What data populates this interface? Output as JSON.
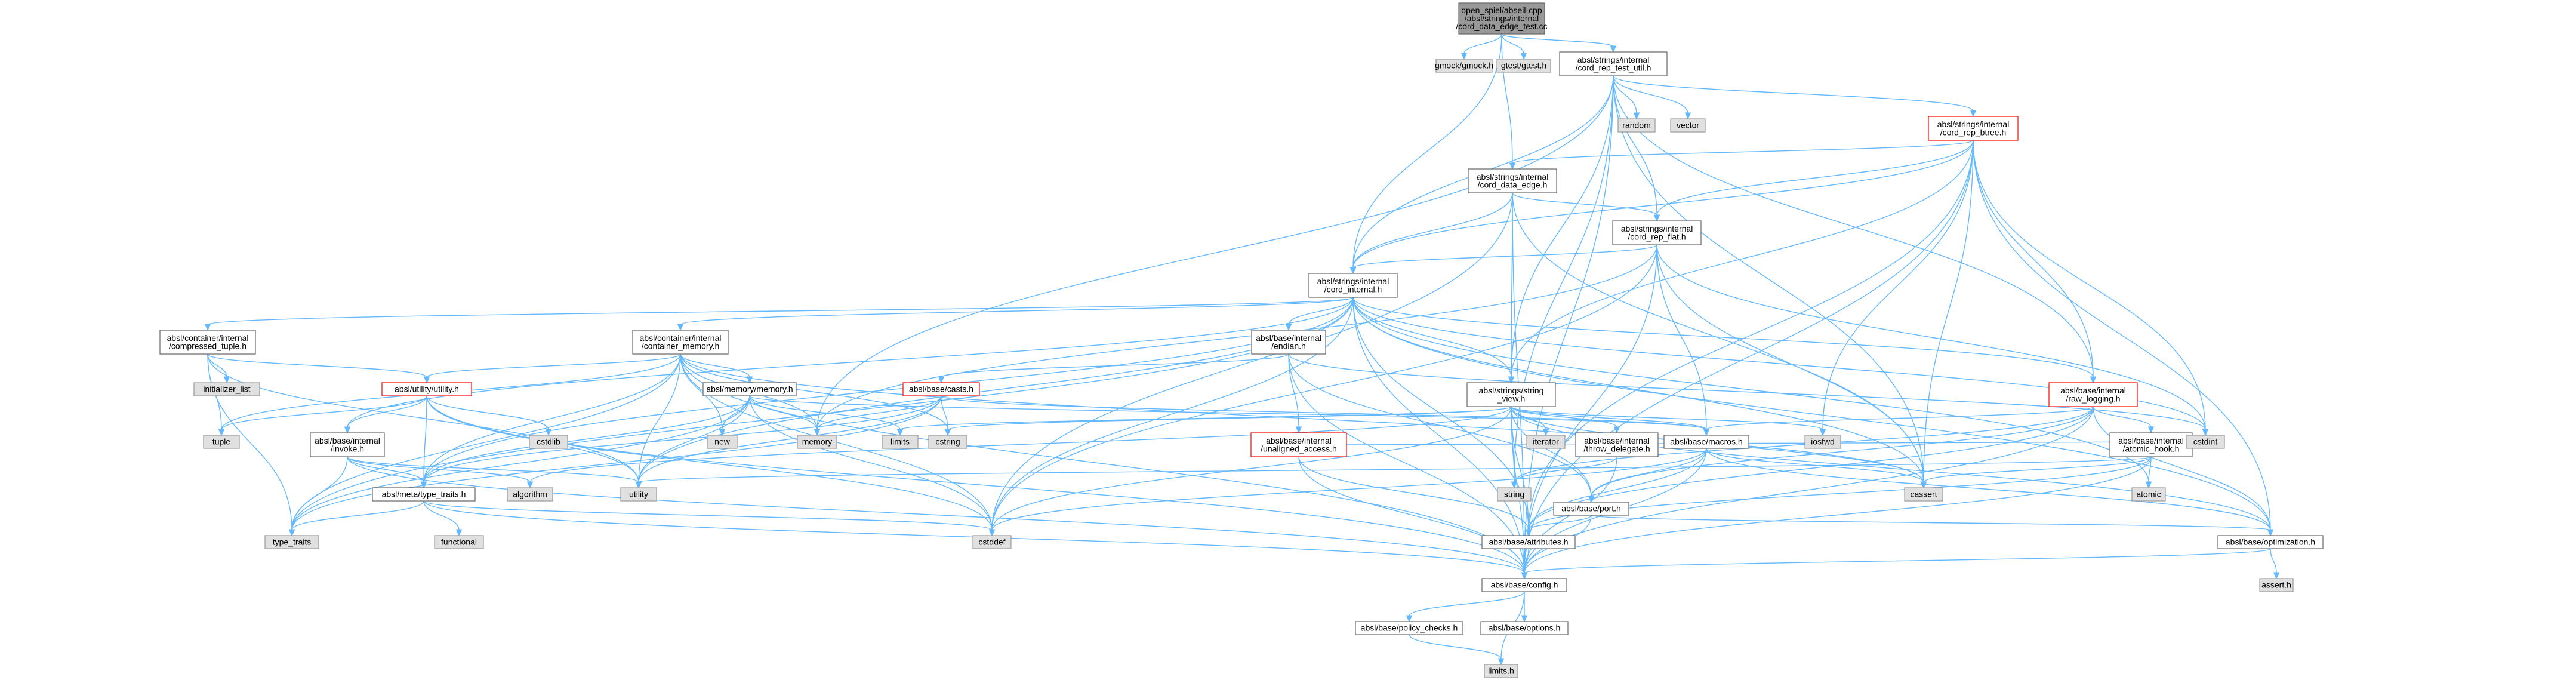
{
  "colors": {
    "edge": "#63b8ff",
    "focus_fill": "#999999",
    "focus_border": "#666666",
    "system_fill": "#e0e0e0",
    "system_border": "#999999",
    "file_fill": "#ffffff",
    "file_border": "#666666",
    "truncated_border": "#ff0000"
  },
  "nodes": [
    {
      "id": "root",
      "lines": [
        "open_spiel/abseil-cpp",
        "/absl/strings/internal",
        "/cord_data_edge_test.cc"
      ],
      "kind": "focus"
    },
    {
      "id": "gmock",
      "lines": [
        "gmock/gmock.h"
      ],
      "kind": "system"
    },
    {
      "id": "gtest",
      "lines": [
        "gtest/gtest.h"
      ],
      "kind": "system"
    },
    {
      "id": "cord_rep_test_util",
      "lines": [
        "absl/strings/internal",
        "/cord_rep_test_util.h"
      ],
      "kind": "file"
    },
    {
      "id": "random",
      "lines": [
        "random"
      ],
      "kind": "system"
    },
    {
      "id": "vector",
      "lines": [
        "vector"
      ],
      "kind": "system"
    },
    {
      "id": "cord_rep_btree",
      "lines": [
        "absl/strings/internal",
        "/cord_rep_btree.h"
      ],
      "kind": "truncated"
    },
    {
      "id": "cord_data_edge",
      "lines": [
        "absl/strings/internal",
        "/cord_data_edge.h"
      ],
      "kind": "file"
    },
    {
      "id": "cord_rep_flat",
      "lines": [
        "absl/strings/internal",
        "/cord_rep_flat.h"
      ],
      "kind": "file"
    },
    {
      "id": "cord_internal",
      "lines": [
        "absl/strings/internal",
        "/cord_internal.h"
      ],
      "kind": "file"
    },
    {
      "id": "compressed_tuple",
      "lines": [
        "absl/container/internal",
        "/compressed_tuple.h"
      ],
      "kind": "file"
    },
    {
      "id": "initializer_list",
      "lines": [
        "initializer_list"
      ],
      "kind": "system"
    },
    {
      "id": "container_memory",
      "lines": [
        "absl/container/internal",
        "/container_memory.h"
      ],
      "kind": "file"
    },
    {
      "id": "utility_h",
      "lines": [
        "absl/utility/utility.h"
      ],
      "kind": "truncated"
    },
    {
      "id": "tuple",
      "lines": [
        "tuple"
      ],
      "kind": "system"
    },
    {
      "id": "invoke",
      "lines": [
        "absl/base/internal",
        "/invoke.h"
      ],
      "kind": "file"
    },
    {
      "id": "cstdlib",
      "lines": [
        "cstdlib"
      ],
      "kind": "system"
    },
    {
      "id": "memory_h",
      "lines": [
        "absl/memory/memory.h"
      ],
      "kind": "file"
    },
    {
      "id": "new",
      "lines": [
        "new"
      ],
      "kind": "system"
    },
    {
      "id": "memory",
      "lines": [
        "memory"
      ],
      "kind": "system"
    },
    {
      "id": "endian",
      "lines": [
        "absl/base/internal",
        "/endian.h"
      ],
      "kind": "file"
    },
    {
      "id": "casts",
      "lines": [
        "absl/base/casts.h"
      ],
      "kind": "truncated"
    },
    {
      "id": "limits",
      "lines": [
        "limits"
      ],
      "kind": "system"
    },
    {
      "id": "cstring",
      "lines": [
        "cstring"
      ],
      "kind": "system"
    },
    {
      "id": "unaligned_access",
      "lines": [
        "absl/base/internal",
        "/unaligned_access.h"
      ],
      "kind": "truncated"
    },
    {
      "id": "string_view",
      "lines": [
        "absl/strings/string",
        "_view.h"
      ],
      "kind": "file"
    },
    {
      "id": "iterator",
      "lines": [
        "iterator"
      ],
      "kind": "system"
    },
    {
      "id": "throw_delegate",
      "lines": [
        "absl/base/internal",
        "/throw_delegate.h"
      ],
      "kind": "file"
    },
    {
      "id": "macros",
      "lines": [
        "absl/base/macros.h"
      ],
      "kind": "file"
    },
    {
      "id": "iosfwd",
      "lines": [
        "iosfwd"
      ],
      "kind": "system"
    },
    {
      "id": "raw_logging",
      "lines": [
        "absl/base/internal",
        "/raw_logging.h"
      ],
      "kind": "truncated"
    },
    {
      "id": "atomic_hook",
      "lines": [
        "absl/base/internal",
        "/atomic_hook.h"
      ],
      "kind": "file"
    },
    {
      "id": "atomic",
      "lines": [
        "atomic"
      ],
      "kind": "system"
    },
    {
      "id": "cstdint",
      "lines": [
        "cstdint"
      ],
      "kind": "system"
    },
    {
      "id": "cassert",
      "lines": [
        "cassert"
      ],
      "kind": "system"
    },
    {
      "id": "string",
      "lines": [
        "string"
      ],
      "kind": "system"
    },
    {
      "id": "utility",
      "lines": [
        "utility"
      ],
      "kind": "system"
    },
    {
      "id": "algorithm",
      "lines": [
        "algorithm"
      ],
      "kind": "system"
    },
    {
      "id": "type_traits_h",
      "lines": [
        "absl/meta/type_traits.h"
      ],
      "kind": "file"
    },
    {
      "id": "functional",
      "lines": [
        "functional"
      ],
      "kind": "system"
    },
    {
      "id": "type_traits",
      "lines": [
        "type_traits"
      ],
      "kind": "system"
    },
    {
      "id": "cstddef",
      "lines": [
        "cstddef"
      ],
      "kind": "system"
    },
    {
      "id": "port",
      "lines": [
        "absl/base/port.h"
      ],
      "kind": "file"
    },
    {
      "id": "attributes",
      "lines": [
        "absl/base/attributes.h"
      ],
      "kind": "file"
    },
    {
      "id": "optimization",
      "lines": [
        "absl/base/optimization.h"
      ],
      "kind": "file"
    },
    {
      "id": "assert",
      "lines": [
        "assert.h"
      ],
      "kind": "system"
    },
    {
      "id": "config",
      "lines": [
        "absl/base/config.h"
      ],
      "kind": "file"
    },
    {
      "id": "policy_checks",
      "lines": [
        "absl/base/policy_checks.h"
      ],
      "kind": "file"
    },
    {
      "id": "options",
      "lines": [
        "absl/base/options.h"
      ],
      "kind": "file"
    },
    {
      "id": "limits_h",
      "lines": [
        "limits.h"
      ],
      "kind": "system"
    }
  ],
  "edges": [
    [
      "root",
      "gmock"
    ],
    [
      "root",
      "gtest"
    ],
    [
      "root",
      "cord_rep_test_util"
    ],
    [
      "root",
      "cord_data_edge"
    ],
    [
      "root",
      "cord_internal"
    ],
    [
      "cord_rep_test_util",
      "random"
    ],
    [
      "cord_rep_test_util",
      "vector"
    ],
    [
      "cord_rep_test_util",
      "cord_rep_btree"
    ],
    [
      "cord_rep_test_util",
      "cord_rep_flat"
    ],
    [
      "cord_rep_test_util",
      "cord_internal"
    ],
    [
      "cord_rep_test_util",
      "string_view"
    ],
    [
      "cord_rep_test_util",
      "raw_logging"
    ],
    [
      "cord_rep_test_util",
      "memory"
    ],
    [
      "cord_rep_test_util",
      "string"
    ],
    [
      "cord_rep_test_util",
      "cassert"
    ],
    [
      "cord_rep_test_util",
      "config"
    ],
    [
      "cord_rep_btree",
      "cord_data_edge"
    ],
    [
      "cord_rep_btree",
      "cord_rep_flat"
    ],
    [
      "cord_rep_btree",
      "cord_internal"
    ],
    [
      "cord_rep_btree",
      "raw_logging"
    ],
    [
      "cord_rep_btree",
      "string_view"
    ],
    [
      "cord_rep_btree",
      "iosfwd"
    ],
    [
      "cord_rep_btree",
      "cassert"
    ],
    [
      "cord_rep_btree",
      "cstdint"
    ],
    [
      "cord_rep_btree",
      "optimization"
    ],
    [
      "cord_rep_btree",
      "attributes"
    ],
    [
      "cord_rep_btree",
      "config"
    ],
    [
      "cord_data_edge",
      "cord_internal"
    ],
    [
      "cord_data_edge",
      "cord_rep_flat"
    ],
    [
      "cord_data_edge",
      "string_view"
    ],
    [
      "cord_data_edge",
      "cassert"
    ],
    [
      "cord_data_edge",
      "cstddef"
    ],
    [
      "cord_data_edge",
      "config"
    ],
    [
      "cord_rep_flat",
      "cord_internal"
    ],
    [
      "cord_rep_flat",
      "macros"
    ],
    [
      "cord_rep_flat",
      "cassert"
    ],
    [
      "cord_rep_flat",
      "cstddef"
    ],
    [
      "cord_rep_flat",
      "cstdint"
    ],
    [
      "cord_rep_flat",
      "memory"
    ],
    [
      "cord_rep_flat",
      "config"
    ],
    [
      "cord_internal",
      "compressed_tuple"
    ],
    [
      "cord_internal",
      "container_memory"
    ],
    [
      "cord_internal",
      "endian"
    ],
    [
      "cord_internal",
      "string_view"
    ],
    [
      "cord_internal",
      "invoke"
    ],
    [
      "cord_internal",
      "atomic"
    ],
    [
      "cord_internal",
      "cassert"
    ],
    [
      "cord_internal",
      "cstddef"
    ],
    [
      "cord_internal",
      "cstdint"
    ],
    [
      "cord_internal",
      "type_traits"
    ],
    [
      "cord_internal",
      "config"
    ],
    [
      "cord_internal",
      "attributes"
    ],
    [
      "cord_internal",
      "optimization"
    ],
    [
      "cord_internal",
      "raw_logging"
    ],
    [
      "cord_internal",
      "type_traits_h"
    ],
    [
      "cord_internal",
      "utility"
    ],
    [
      "compressed_tuple",
      "initializer_list"
    ],
    [
      "compressed_tuple",
      "tuple"
    ],
    [
      "compressed_tuple",
      "type_traits"
    ],
    [
      "compressed_tuple",
      "utility"
    ],
    [
      "compressed_tuple",
      "utility_h"
    ],
    [
      "container_memory",
      "utility_h"
    ],
    [
      "container_memory",
      "memory_h"
    ],
    [
      "container_memory",
      "type_traits_h"
    ],
    [
      "container_memory",
      "cassert"
    ],
    [
      "container_memory",
      "cstddef"
    ],
    [
      "container_memory",
      "cstring"
    ],
    [
      "container_memory",
      "memory"
    ],
    [
      "container_memory",
      "new"
    ],
    [
      "container_memory",
      "tuple"
    ],
    [
      "container_memory",
      "type_traits"
    ],
    [
      "container_memory",
      "utility"
    ],
    [
      "container_memory",
      "config"
    ],
    [
      "utility_h",
      "invoke"
    ],
    [
      "utility_h",
      "type_traits_h"
    ],
    [
      "utility_h",
      "cstddef"
    ],
    [
      "utility_h",
      "cstdlib"
    ],
    [
      "utility_h",
      "tuple"
    ],
    [
      "utility_h",
      "utility"
    ],
    [
      "utility_h",
      "config"
    ],
    [
      "invoke",
      "algorithm"
    ],
    [
      "invoke",
      "type_traits_h"
    ],
    [
      "invoke",
      "utility"
    ],
    [
      "invoke",
      "type_traits"
    ],
    [
      "invoke",
      "config"
    ],
    [
      "memory_h",
      "cstddef"
    ],
    [
      "memory_h",
      "limits"
    ],
    [
      "memory_h",
      "memory"
    ],
    [
      "memory_h",
      "new"
    ],
    [
      "memory_h",
      "type_traits"
    ],
    [
      "memory_h",
      "utility"
    ],
    [
      "memory_h",
      "macros"
    ],
    [
      "memory_h",
      "type_traits_h"
    ],
    [
      "endian",
      "cstdint"
    ],
    [
      "endian",
      "casts"
    ],
    [
      "endian",
      "unaligned_access"
    ],
    [
      "endian",
      "port"
    ],
    [
      "endian",
      "config"
    ],
    [
      "casts",
      "cstring"
    ],
    [
      "casts",
      "memory"
    ],
    [
      "casts",
      "type_traits"
    ],
    [
      "casts",
      "utility"
    ],
    [
      "casts",
      "macros"
    ],
    [
      "casts",
      "type_traits_h"
    ],
    [
      "unaligned_access",
      "cstdint"
    ],
    [
      "unaligned_access",
      "attributes"
    ],
    [
      "unaligned_access",
      "config"
    ],
    [
      "string_view",
      "algorithm"
    ],
    [
      "string_view",
      "cassert"
    ],
    [
      "string_view",
      "cstddef"
    ],
    [
      "string_view",
      "cstring"
    ],
    [
      "string_view",
      "iosfwd"
    ],
    [
      "string_view",
      "iterator"
    ],
    [
      "string_view",
      "limits"
    ],
    [
      "string_view",
      "string"
    ],
    [
      "string_view",
      "throw_delegate"
    ],
    [
      "string_view",
      "macros"
    ],
    [
      "string_view",
      "port"
    ],
    [
      "string_view",
      "attributes"
    ],
    [
      "string_view",
      "optimization"
    ],
    [
      "string_view",
      "config"
    ],
    [
      "throw_delegate",
      "string"
    ],
    [
      "throw_delegate",
      "config"
    ],
    [
      "macros",
      "cassert"
    ],
    [
      "macros",
      "cstddef"
    ],
    [
      "macros",
      "attributes"
    ],
    [
      "macros",
      "optimization"
    ],
    [
      "macros",
      "port"
    ],
    [
      "macros",
      "config"
    ],
    [
      "raw_logging",
      "string"
    ],
    [
      "raw_logging",
      "atomic_hook"
    ],
    [
      "raw_logging",
      "attributes"
    ],
    [
      "raw_logging",
      "config"
    ],
    [
      "raw_logging",
      "macros"
    ],
    [
      "raw_logging",
      "optimization"
    ],
    [
      "raw_logging",
      "port"
    ],
    [
      "atomic_hook",
      "atomic"
    ],
    [
      "atomic_hook",
      "cassert"
    ],
    [
      "atomic_hook",
      "cstdint"
    ],
    [
      "atomic_hook",
      "utility"
    ],
    [
      "atomic_hook",
      "attributes"
    ],
    [
      "atomic_hook",
      "config"
    ],
    [
      "type_traits_h",
      "cstddef"
    ],
    [
      "type_traits_h",
      "functional"
    ],
    [
      "type_traits_h",
      "type_traits"
    ],
    [
      "type_traits_h",
      "config"
    ],
    [
      "port",
      "attributes"
    ],
    [
      "port",
      "optimization"
    ],
    [
      "port",
      "config"
    ],
    [
      "attributes",
      "config"
    ],
    [
      "optimization",
      "assert"
    ],
    [
      "optimization",
      "config"
    ],
    [
      "config",
      "policy_checks"
    ],
    [
      "config",
      "options"
    ],
    [
      "config",
      "limits_h"
    ],
    [
      "policy_checks",
      "limits_h"
    ]
  ]
}
